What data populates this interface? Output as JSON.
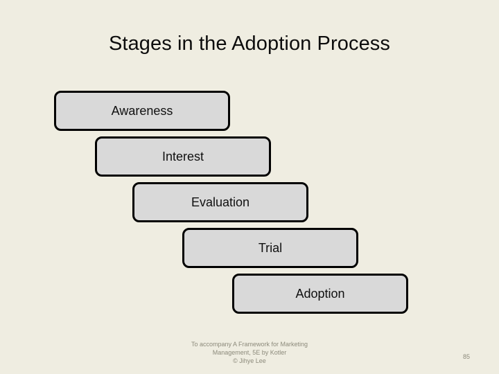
{
  "slide": {
    "title": "Stages in the Adoption Process",
    "background_color": "#EFEDE1",
    "box_fill_color": "#D9D9D9",
    "box_border_color": "#000000",
    "text_color": "#101010"
  },
  "stages": [
    {
      "label": "Awareness"
    },
    {
      "label": "Interest"
    },
    {
      "label": "Evaluation"
    },
    {
      "label": "Trial"
    },
    {
      "label": "Adoption"
    }
  ],
  "footer": {
    "line1": "To accompany A Framework for Marketing",
    "line2": "Management, 5E by Kotler",
    "line3": "© Jihye Lee",
    "page_number": "85"
  }
}
